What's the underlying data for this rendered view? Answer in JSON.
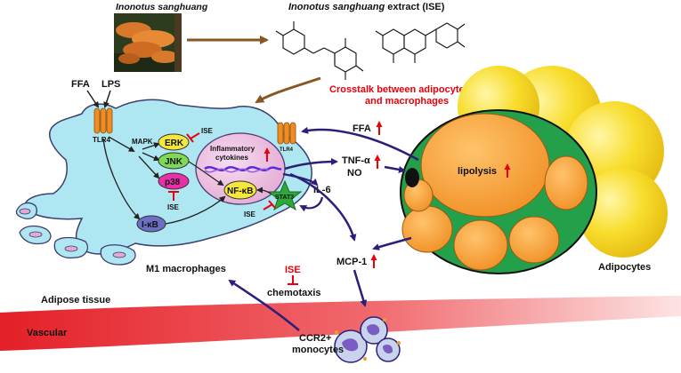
{
  "header": {
    "mushroom_name": "Inonotus sanghuang",
    "extract_name": "Inonotus sanghuang",
    "extract_suffix": " extract (ISE)"
  },
  "crosstalk": {
    "line1": "Crosstalk between adipocytes",
    "line2": "and macrophages"
  },
  "macrophage": {
    "ffa": "FFA",
    "lps": "LPS",
    "tlr4": "TLR4",
    "tlr4_right": "TLR4",
    "mapk": "MAPK",
    "erk": "ERK",
    "jnk": "JNK",
    "p38": "p38",
    "ikb": "I-κB",
    "nfkb": "NF-κB",
    "stat3": "STAT3",
    "cytokines_line1": "Inflammatory",
    "cytokines_line2": "cytokines",
    "ise_erk": "ISE",
    "ise_p38": "ISE",
    "ise_stat3": "ISE",
    "label": "M1 macrophages"
  },
  "mediators": {
    "ffa": "FFA",
    "tnf": "TNF-α",
    "no": "NO",
    "il6": "IL-6",
    "mcp1": "MCP-1",
    "up_arrow": "↑"
  },
  "adipocyte": {
    "lipolysis": "lipolysis",
    "label": "Adipocytes"
  },
  "chemotaxis": {
    "ise": "ISE",
    "label": "chemotaxis"
  },
  "tissue": {
    "adipose": "Adipose tissue",
    "vascular": "Vascular",
    "monocytes_line1": "CCR2+",
    "monocytes_line2": "monocytes"
  },
  "colors": {
    "cell": "#aee6f2",
    "arrow_navy": "#2c1f7a",
    "arrow_brown": "#8b5523",
    "red": "#e8000b",
    "fat_yellow": "#f7dc2e",
    "fat_orange": "#f5a23a",
    "fat_green": "#23a049"
  }
}
